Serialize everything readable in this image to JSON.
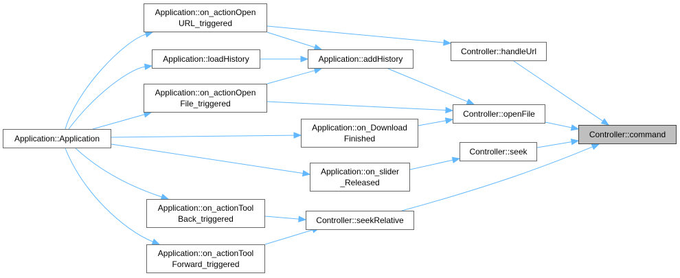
{
  "nodes": {
    "app_ctor": [
      "Application::Application"
    ],
    "open_url": [
      "Application::on_actionOpen",
      "URL_triggered"
    ],
    "load_history": [
      "Application::loadHistory"
    ],
    "open_file_trig": [
      "Application::on_actionOpen",
      "File_triggered"
    ],
    "tool_back": [
      "Application::on_actionTool",
      "Back_triggered"
    ],
    "tool_fwd": [
      "Application::on_actionTool",
      "Forward_triggered"
    ],
    "add_history": [
      "Application::addHistory"
    ],
    "download": [
      "Application::on_Download",
      "Finished"
    ],
    "slider": [
      "Application::on_slider",
      "_Released"
    ],
    "seek_relative": [
      "Controller::seekRelative"
    ],
    "handle_url": [
      "Controller::handleUrl"
    ],
    "open_file": [
      "Controller::openFile"
    ],
    "seek": [
      "Controller::seek"
    ],
    "command": [
      "Controller::command"
    ]
  },
  "edges": [
    [
      "app_ctor",
      "open_url"
    ],
    [
      "app_ctor",
      "load_history"
    ],
    [
      "app_ctor",
      "open_file_trig"
    ],
    [
      "app_ctor",
      "download"
    ],
    [
      "app_ctor",
      "slider"
    ],
    [
      "app_ctor",
      "tool_back"
    ],
    [
      "app_ctor",
      "tool_fwd"
    ],
    [
      "open_url",
      "add_history"
    ],
    [
      "open_url",
      "handle_url"
    ],
    [
      "load_history",
      "add_history"
    ],
    [
      "open_file_trig",
      "add_history"
    ],
    [
      "open_file_trig",
      "open_file"
    ],
    [
      "add_history",
      "open_file"
    ],
    [
      "download",
      "open_file"
    ],
    [
      "slider",
      "seek"
    ],
    [
      "tool_back",
      "seek_relative"
    ],
    [
      "tool_fwd",
      "seek_relative"
    ],
    [
      "handle_url",
      "command"
    ],
    [
      "open_file",
      "command"
    ],
    [
      "seek",
      "command"
    ],
    [
      "seek_relative",
      "command"
    ]
  ],
  "colors": {
    "edge": "#63b8ff",
    "node_border": "#666666",
    "focus_fill": "#bfbfbf"
  }
}
